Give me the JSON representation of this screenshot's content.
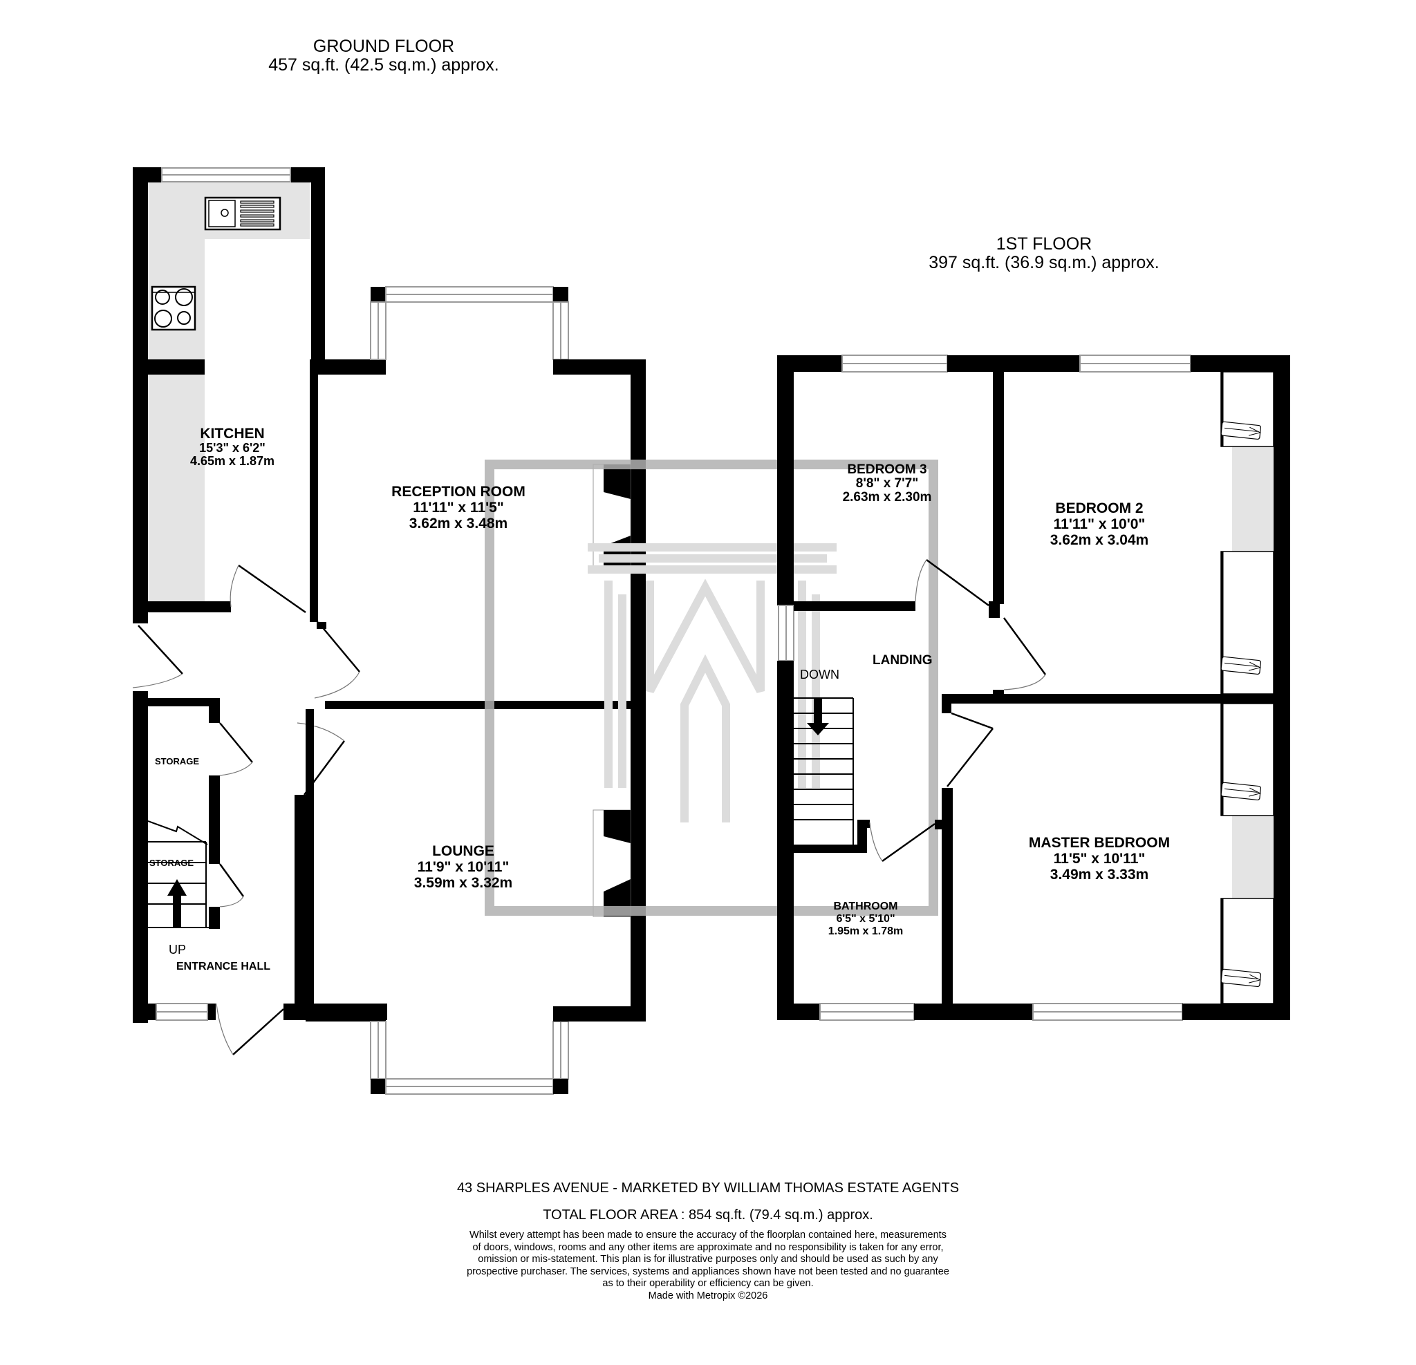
{
  "ground_floor": {
    "title": "GROUND FLOOR",
    "area": "457 sq.ft. (42.5 sq.m.) approx."
  },
  "first_floor": {
    "title": "1ST FLOOR",
    "area": "397 sq.ft. (36.9 sq.m.) approx."
  },
  "rooms": {
    "kitchen": {
      "name": "KITCHEN",
      "imperial": "15'3\"  x 6'2\"",
      "metric": "4.65m  x 1.87m"
    },
    "reception_room": {
      "name": "RECEPTION ROOM",
      "imperial": "11'11\"  x 11'5\"",
      "metric": "3.62m  x 3.48m"
    },
    "lounge": {
      "name": "LOUNGE",
      "imperial": "11'9\"  x 10'11\"",
      "metric": "3.59m  x 3.32m"
    },
    "storage_1": {
      "name": "STORAGE"
    },
    "storage_2": {
      "name": "STORAGE"
    },
    "entrance_hall": {
      "name": "ENTRANCE HALL"
    },
    "bedroom_3": {
      "name": "BEDROOM 3",
      "imperial": "8'8\"  x 7'7\"",
      "metric": "2.63m  x 2.30m"
    },
    "bedroom_2": {
      "name": "BEDROOM 2",
      "imperial": "11'11\"  x 10'0\"",
      "metric": "3.62m  x 3.04m"
    },
    "landing": {
      "name": "LANDING"
    },
    "bathroom": {
      "name": "BATHROOM",
      "imperial": "6'5\"  x 5'10\"",
      "metric": "1.95m  x 1.78m"
    },
    "master_bedroom": {
      "name": "MASTER BEDROOM",
      "imperial": "11'5\"  x 10'11\"",
      "metric": "3.49m  x 3.33m"
    }
  },
  "stairs": {
    "up_label": "UP",
    "down_label": "DOWN"
  },
  "colors": {
    "wall": "#000000",
    "fitted_units": "#e4e4e4",
    "watermark": "#c8c8c8",
    "window_line": "#9a9a9a"
  },
  "footer": {
    "address": "43 SHARPLES AVENUE - MARKETED BY WILLIAM THOMAS ESTATE AGENTS",
    "total_area": "TOTAL FLOOR AREA : 854 sq.ft. (79.4 sq.m.) approx.",
    "disclaimer_lines": [
      "Whilst every attempt has been made to ensure the accuracy of the floorplan contained here, measurements",
      "of doors, windows, rooms and any other items are approximate and no responsibility is taken for any error,",
      "omission or mis-statement. This plan is for illustrative purposes only and should be used as such by any",
      "prospective purchaser. The services, systems and appliances shown have not been tested and no guarantee",
      "as to their operability or efficiency can be given."
    ],
    "credit": "Made with Metropix ©2026"
  }
}
